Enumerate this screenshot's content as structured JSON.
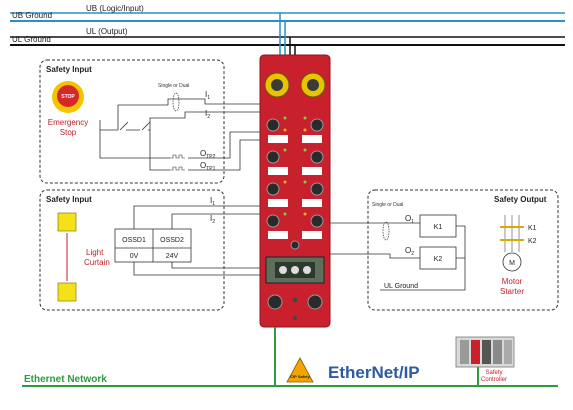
{
  "rails": {
    "ub_ground": "UB Ground",
    "ub_logic": "UB (Logic/Input)",
    "ul_ground": "UL Ground",
    "ul_output": "UL (Output)"
  },
  "safety_input_1": {
    "title": "Safety Input",
    "button_text": "STOP",
    "device_label_line1": "Emergency",
    "device_label_line2": "Stop",
    "mode_note": "Single or Dual",
    "i1": "I",
    "i1_sub": "1",
    "i2": "I",
    "i2_sub": "2",
    "otp2": "O",
    "otp2_sub": "TP2",
    "otp1": "O",
    "otp1_sub": "TP1"
  },
  "safety_input_2": {
    "title": "Safety Input",
    "device_label_line1": "Light",
    "device_label_line2": "Curtain",
    "ossd1": "OSSD1",
    "ossd2": "OSSD2",
    "v0": "0V",
    "v24": "24V",
    "i1": "I",
    "i1_sub": "1",
    "i2": "I",
    "i2_sub": "2"
  },
  "safety_output": {
    "title": "Safety Output",
    "mode_note": "Single or Dual",
    "o1": "O",
    "o1_sub": "1",
    "o2": "O",
    "o2_sub": "2",
    "k1_box": "K1",
    "k2_box": "K2",
    "k1_label": "K1",
    "k2_label": "K2",
    "ground": "UL Ground",
    "motor_symbol": "M",
    "motor_label_line1": "Motor",
    "motor_label_line2": "Starter"
  },
  "network": {
    "label": "Ethernet Network",
    "cip_badge": "CIP Safety",
    "ethernet_ip": "EtherNet/IP",
    "controller_line1": "Safety",
    "controller_line2": "Controller"
  },
  "colors": {
    "ub_line": "#2a8fc9",
    "ul_line": "#111111",
    "network_line": "#2e9b3c",
    "module_red": "#c8202d",
    "stop_red": "#d62828",
    "stop_yellow": "#f2c500",
    "curtain_yellow": "#f5e11a",
    "eip_blue": "#2d5ba3"
  }
}
